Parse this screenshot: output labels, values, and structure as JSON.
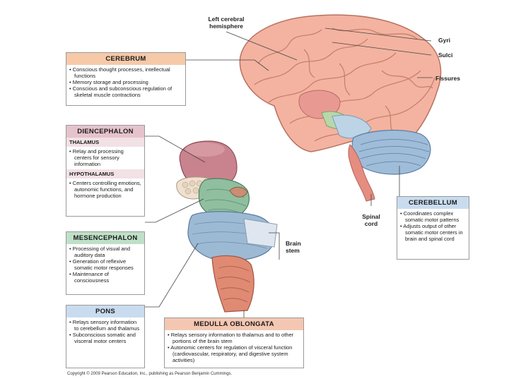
{
  "labels": {
    "left_hemisphere": "Left cerebral hemisphere",
    "gyri": "Gyri",
    "sulci": "Sulci",
    "fissures": "Fissures",
    "spinal_cord": "Spinal cord",
    "brain_stem": "Brain stem"
  },
  "cerebrum": {
    "title": "CEREBRUM",
    "items": [
      "• Conscious thought processes, intellectual functions",
      "• Memory storage and processing",
      "• Conscious and subconscious regulation of skeletal muscle contractions"
    ]
  },
  "diencephalon": {
    "title": "DIENCEPHALON",
    "thalamus_title": "THALAMUS",
    "thalamus_items": [
      "• Relay and processing centers for sensory information"
    ],
    "hypothalamus_title": "HYPOTHALAMUS",
    "hypothalamus_items": [
      "• Centers controlling emotions, autonomic functions, and hormone production"
    ]
  },
  "mesencephalon": {
    "title": "MESENCEPHALON",
    "items": [
      "• Processing of visual and auditory data",
      "• Generation of reflexive somatic motor responses",
      "• Maintenance of consciousness"
    ]
  },
  "pons": {
    "title": "PONS",
    "items": [
      "• Relays sensory information to cerebellum and thalamus",
      "• Subconscious somatic and visceral motor centers"
    ]
  },
  "medulla": {
    "title": "MEDULLA OBLONGATA",
    "items": [
      "• Relays sensory information to thalamus and to other portions of the brain stem",
      "• Autonomic centers for regulation of visceral function (cardiovascular, respiratory, and digestive system activities)"
    ]
  },
  "cerebellum": {
    "title": "CEREBELLUM",
    "items": [
      "• Coordinates complex somatic motor patterns",
      "• Adjusts output of other somatic motor centers in brain and spinal cord"
    ]
  },
  "copyright": "Copyright © 2009 Pearson Education, Inc., publishing as Pearson Benjamin Cummings.",
  "colors": {
    "cerebrum_header": "#f6c9a8",
    "diencephalon_header": "#e6c3cc",
    "mesencephalon_header": "#bfe0c8",
    "pons_header": "#c9dcef",
    "medulla_header": "#f4c7b2",
    "cerebellum_header": "#c9dcef"
  }
}
